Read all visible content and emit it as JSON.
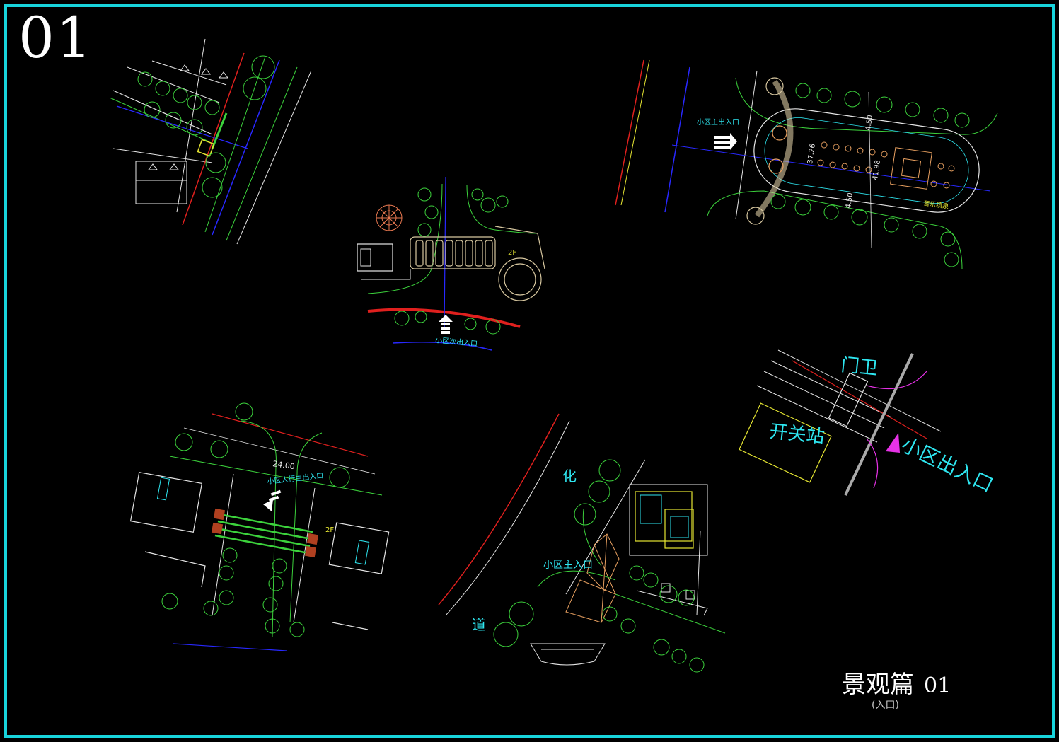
{
  "sheet": {
    "number": "01",
    "title": "景观篇",
    "title_number": "01",
    "subtitle": "(入口)"
  },
  "labels": {
    "secondary_entrance": "小区次出入口",
    "main_in_out": "小区主出入口",
    "pedestrian_main": "小区人行主出入口",
    "main_entrance": "小区主入口",
    "exit": "小区出入口",
    "guard": "门卫",
    "switch_station": "开关站",
    "road_char_1": "化",
    "road_char_2": "道",
    "music_fountain": "音乐喷泉",
    "building_2f_a": "2F",
    "building_2f_b": "2F"
  },
  "dimensions": {
    "d1": "4.50",
    "d2": "37.26",
    "d3": "41.98",
    "d4": "4.50",
    "d5": "24.00"
  },
  "colors": {
    "frame": "#18d4dc",
    "green": "#3cd23c",
    "cyan": "#2ee6f0",
    "red": "#e0201e",
    "blue": "#2828ff",
    "yellow": "#e6e632",
    "magenta": "#e632e6"
  }
}
